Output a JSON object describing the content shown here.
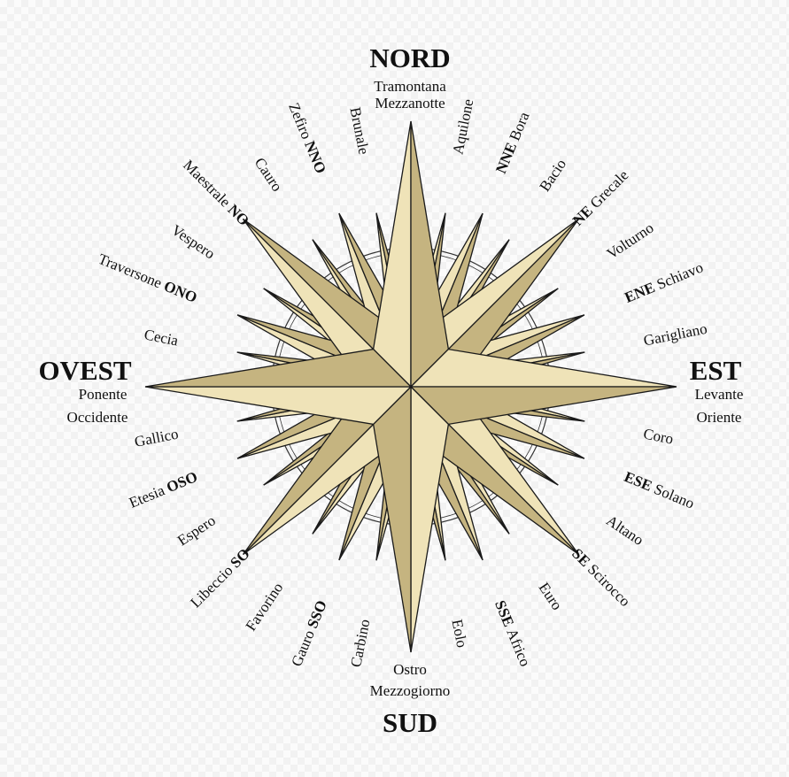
{
  "colors": {
    "point_light": "#efe3b8",
    "point_dark": "#c5b480",
    "outline": "#1a1a1a",
    "ring": "#333333"
  },
  "cardinals": {
    "north": {
      "label": "NORD",
      "line1": "Tramontana",
      "line2": "Mezzanotte"
    },
    "east": {
      "label": "EST",
      "line1": "Levante",
      "line2": "Oriente"
    },
    "south": {
      "label": "SUD",
      "line1": "Ostro",
      "line2": "Mezzogiorno"
    },
    "west": {
      "label": "OVEST",
      "line1": "Ponente",
      "line2": "Occidente"
    }
  },
  "directions": [
    {
      "angle": 11.25,
      "pre": "",
      "abbr": "",
      "post": "Aquilone"
    },
    {
      "angle": 22.5,
      "pre": "",
      "abbr": "NNE",
      "post": " Bora"
    },
    {
      "angle": 33.75,
      "pre": "",
      "abbr": "",
      "post": "Bacio"
    },
    {
      "angle": 45,
      "pre": "",
      "abbr": "NE",
      "post": " Grecale"
    },
    {
      "angle": 56.25,
      "pre": "",
      "abbr": "",
      "post": "Volturno"
    },
    {
      "angle": 67.5,
      "pre": "",
      "abbr": "ENE",
      "post": " Schiavo"
    },
    {
      "angle": 78.75,
      "pre": "",
      "abbr": "",
      "post": "Garigliano"
    },
    {
      "angle": 101.25,
      "pre": "",
      "abbr": "",
      "post": "Coro"
    },
    {
      "angle": 112.5,
      "pre": "",
      "abbr": "ESE",
      "post": " Solano"
    },
    {
      "angle": 123.75,
      "pre": "",
      "abbr": "",
      "post": "Altano"
    },
    {
      "angle": 135,
      "pre": "",
      "abbr": "SE",
      "post": " Scirocco"
    },
    {
      "angle": 146.25,
      "pre": "",
      "abbr": "",
      "post": "Euro"
    },
    {
      "angle": 157.5,
      "pre": "",
      "abbr": "SSE",
      "post": " Africo"
    },
    {
      "angle": 168.75,
      "pre": "",
      "abbr": "",
      "post": "Eolo"
    },
    {
      "angle": 191.25,
      "pre": "Carbino",
      "abbr": "",
      "post": ""
    },
    {
      "angle": 202.5,
      "pre": "Gauro ",
      "abbr": "SSO",
      "post": ""
    },
    {
      "angle": 213.75,
      "pre": "Favorino",
      "abbr": "",
      "post": ""
    },
    {
      "angle": 225,
      "pre": "Libeccio ",
      "abbr": "SO",
      "post": ""
    },
    {
      "angle": 236.25,
      "pre": "Espero",
      "abbr": "",
      "post": ""
    },
    {
      "angle": 247.5,
      "pre": "Etesia ",
      "abbr": "OSO",
      "post": ""
    },
    {
      "angle": 258.75,
      "pre": "Gallico",
      "abbr": "",
      "post": ""
    },
    {
      "angle": 281.25,
      "pre": "Cecia",
      "abbr": "",
      "post": ""
    },
    {
      "angle": 292.5,
      "pre": "Traversone ",
      "abbr": "ONO",
      "post": ""
    },
    {
      "angle": 303.75,
      "pre": "Vespero",
      "abbr": "",
      "post": ""
    },
    {
      "angle": 315,
      "pre": "Maestrale ",
      "abbr": "NO",
      "post": ""
    },
    {
      "angle": 326.25,
      "pre": "Cauro",
      "abbr": "",
      "post": ""
    },
    {
      "angle": 337.5,
      "pre": "Zefiro ",
      "abbr": "NNO",
      "post": ""
    },
    {
      "angle": 348.75,
      "pre": "Brunale",
      "abbr": "",
      "post": ""
    }
  ]
}
